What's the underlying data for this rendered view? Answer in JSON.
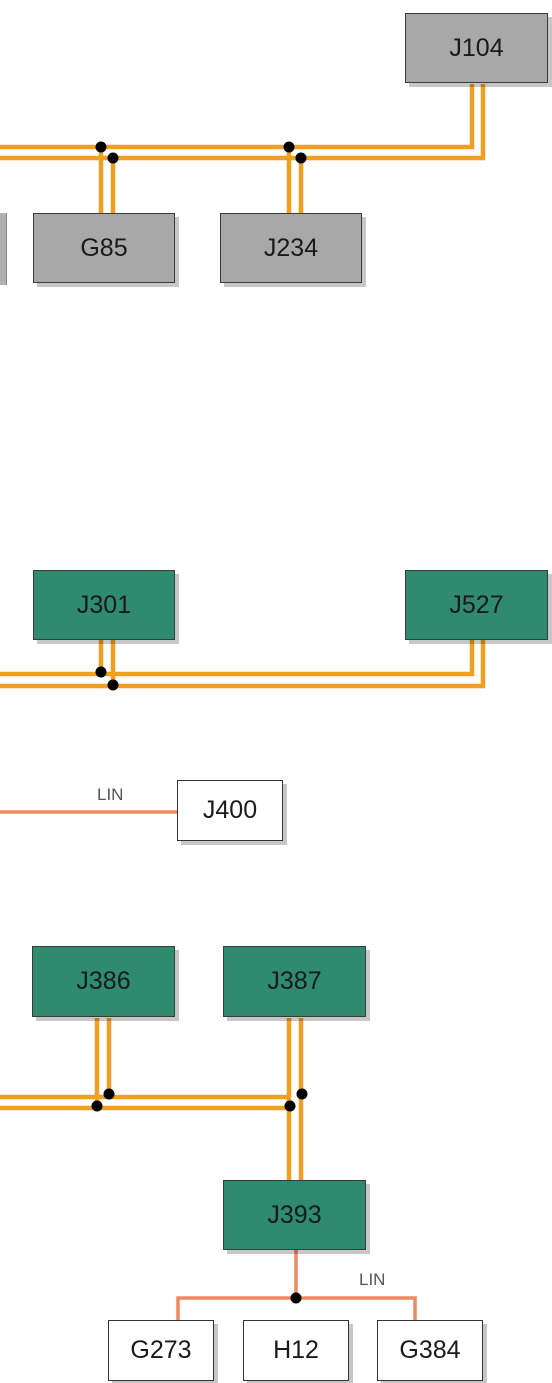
{
  "colors": {
    "gray_node": "#a8a8a8",
    "green_node": "#2e8b6e",
    "bus_wire": "#f0a020",
    "lin_wire": "#f08860",
    "junction": "#000000"
  },
  "nodes": {
    "j104": "J104",
    "g85": "G85",
    "j234": "J234",
    "j301": "J301",
    "j527": "J527",
    "j400": "J400",
    "j386": "J386",
    "j387": "J387",
    "j393": "J393",
    "g273": "G273",
    "h12": "H12",
    "g384": "G384"
  },
  "labels": {
    "lin_1": "LIN",
    "lin_2": "LIN"
  }
}
